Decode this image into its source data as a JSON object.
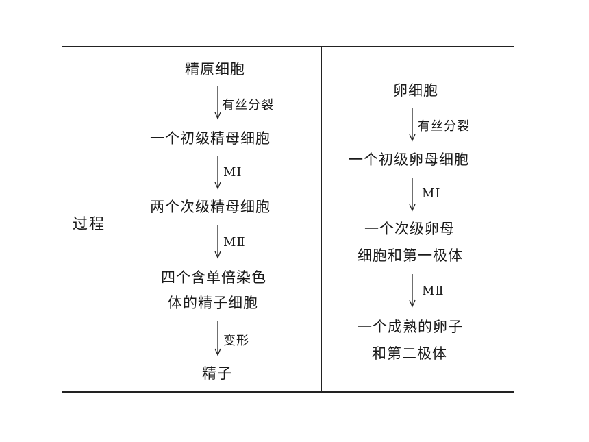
{
  "row_header": "过程",
  "male": {
    "stage1": "精原细胞",
    "arrow1": "有丝分裂",
    "stage2": "一个初级精母细胞",
    "arrow2": "MⅠ",
    "stage3": "两个次级精母细胞",
    "arrow3": "MⅡ",
    "stage4_line1": "四个含单倍染色",
    "stage4_line2": "体的精子细胞",
    "arrow4": "变形",
    "stage5": "精子"
  },
  "female": {
    "stage1": "卵细胞",
    "arrow1": "有丝分裂",
    "stage2": "一个初级卵母细胞",
    "arrow2": "MⅠ",
    "stage3_line1": "一个次级卵母",
    "stage3_line2": "细胞和第一极体",
    "arrow3": "MⅡ",
    "stage4_line1": "一个成熟的卵子",
    "stage4_line2": "和第二极体"
  }
}
